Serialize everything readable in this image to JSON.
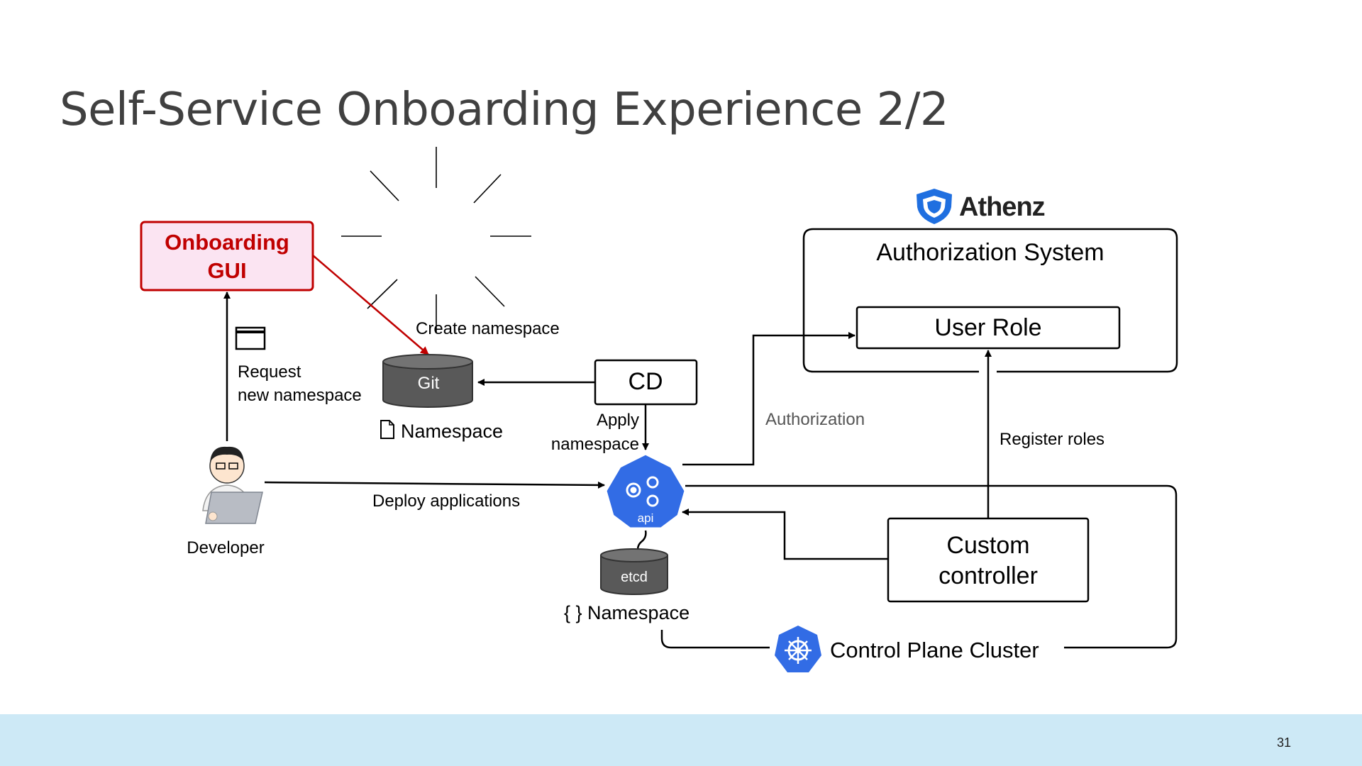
{
  "slide": {
    "title": "Self-Service Onboarding Experience 2/2",
    "page_number": "31"
  },
  "nodes": {
    "onboarding_gui": {
      "line1": "Onboarding",
      "line2": "GUI"
    },
    "git": "Git",
    "git_caption": "Namespace",
    "cd": "CD",
    "api": "api",
    "etcd": "etcd",
    "etcd_caption": "{ } Namespace",
    "athenz": "Athenz",
    "authorization_system": "Authorization System",
    "user_role": "User Role",
    "custom_controller": {
      "line1": "Custom",
      "line2": "controller"
    },
    "developer": "Developer",
    "control_plane_cluster": "Control Plane Cluster"
  },
  "edges": {
    "request_namespace": {
      "line1": "Request",
      "line2": "new namespace"
    },
    "create_namespace": "Create namespace",
    "apply_namespace": {
      "line1": "Apply",
      "line2": "namespace"
    },
    "deploy_applications": "Deploy applications",
    "authorization": "Authorization",
    "register_roles": "Register roles"
  },
  "colors": {
    "accent_red": "#c00000",
    "gui_fill": "#fbe4f2",
    "kubernetes_blue": "#326ce5",
    "athenz_blue": "#1f6fe0",
    "cylinder_gray": "#595959",
    "footer_bg": "#cde9f6"
  }
}
